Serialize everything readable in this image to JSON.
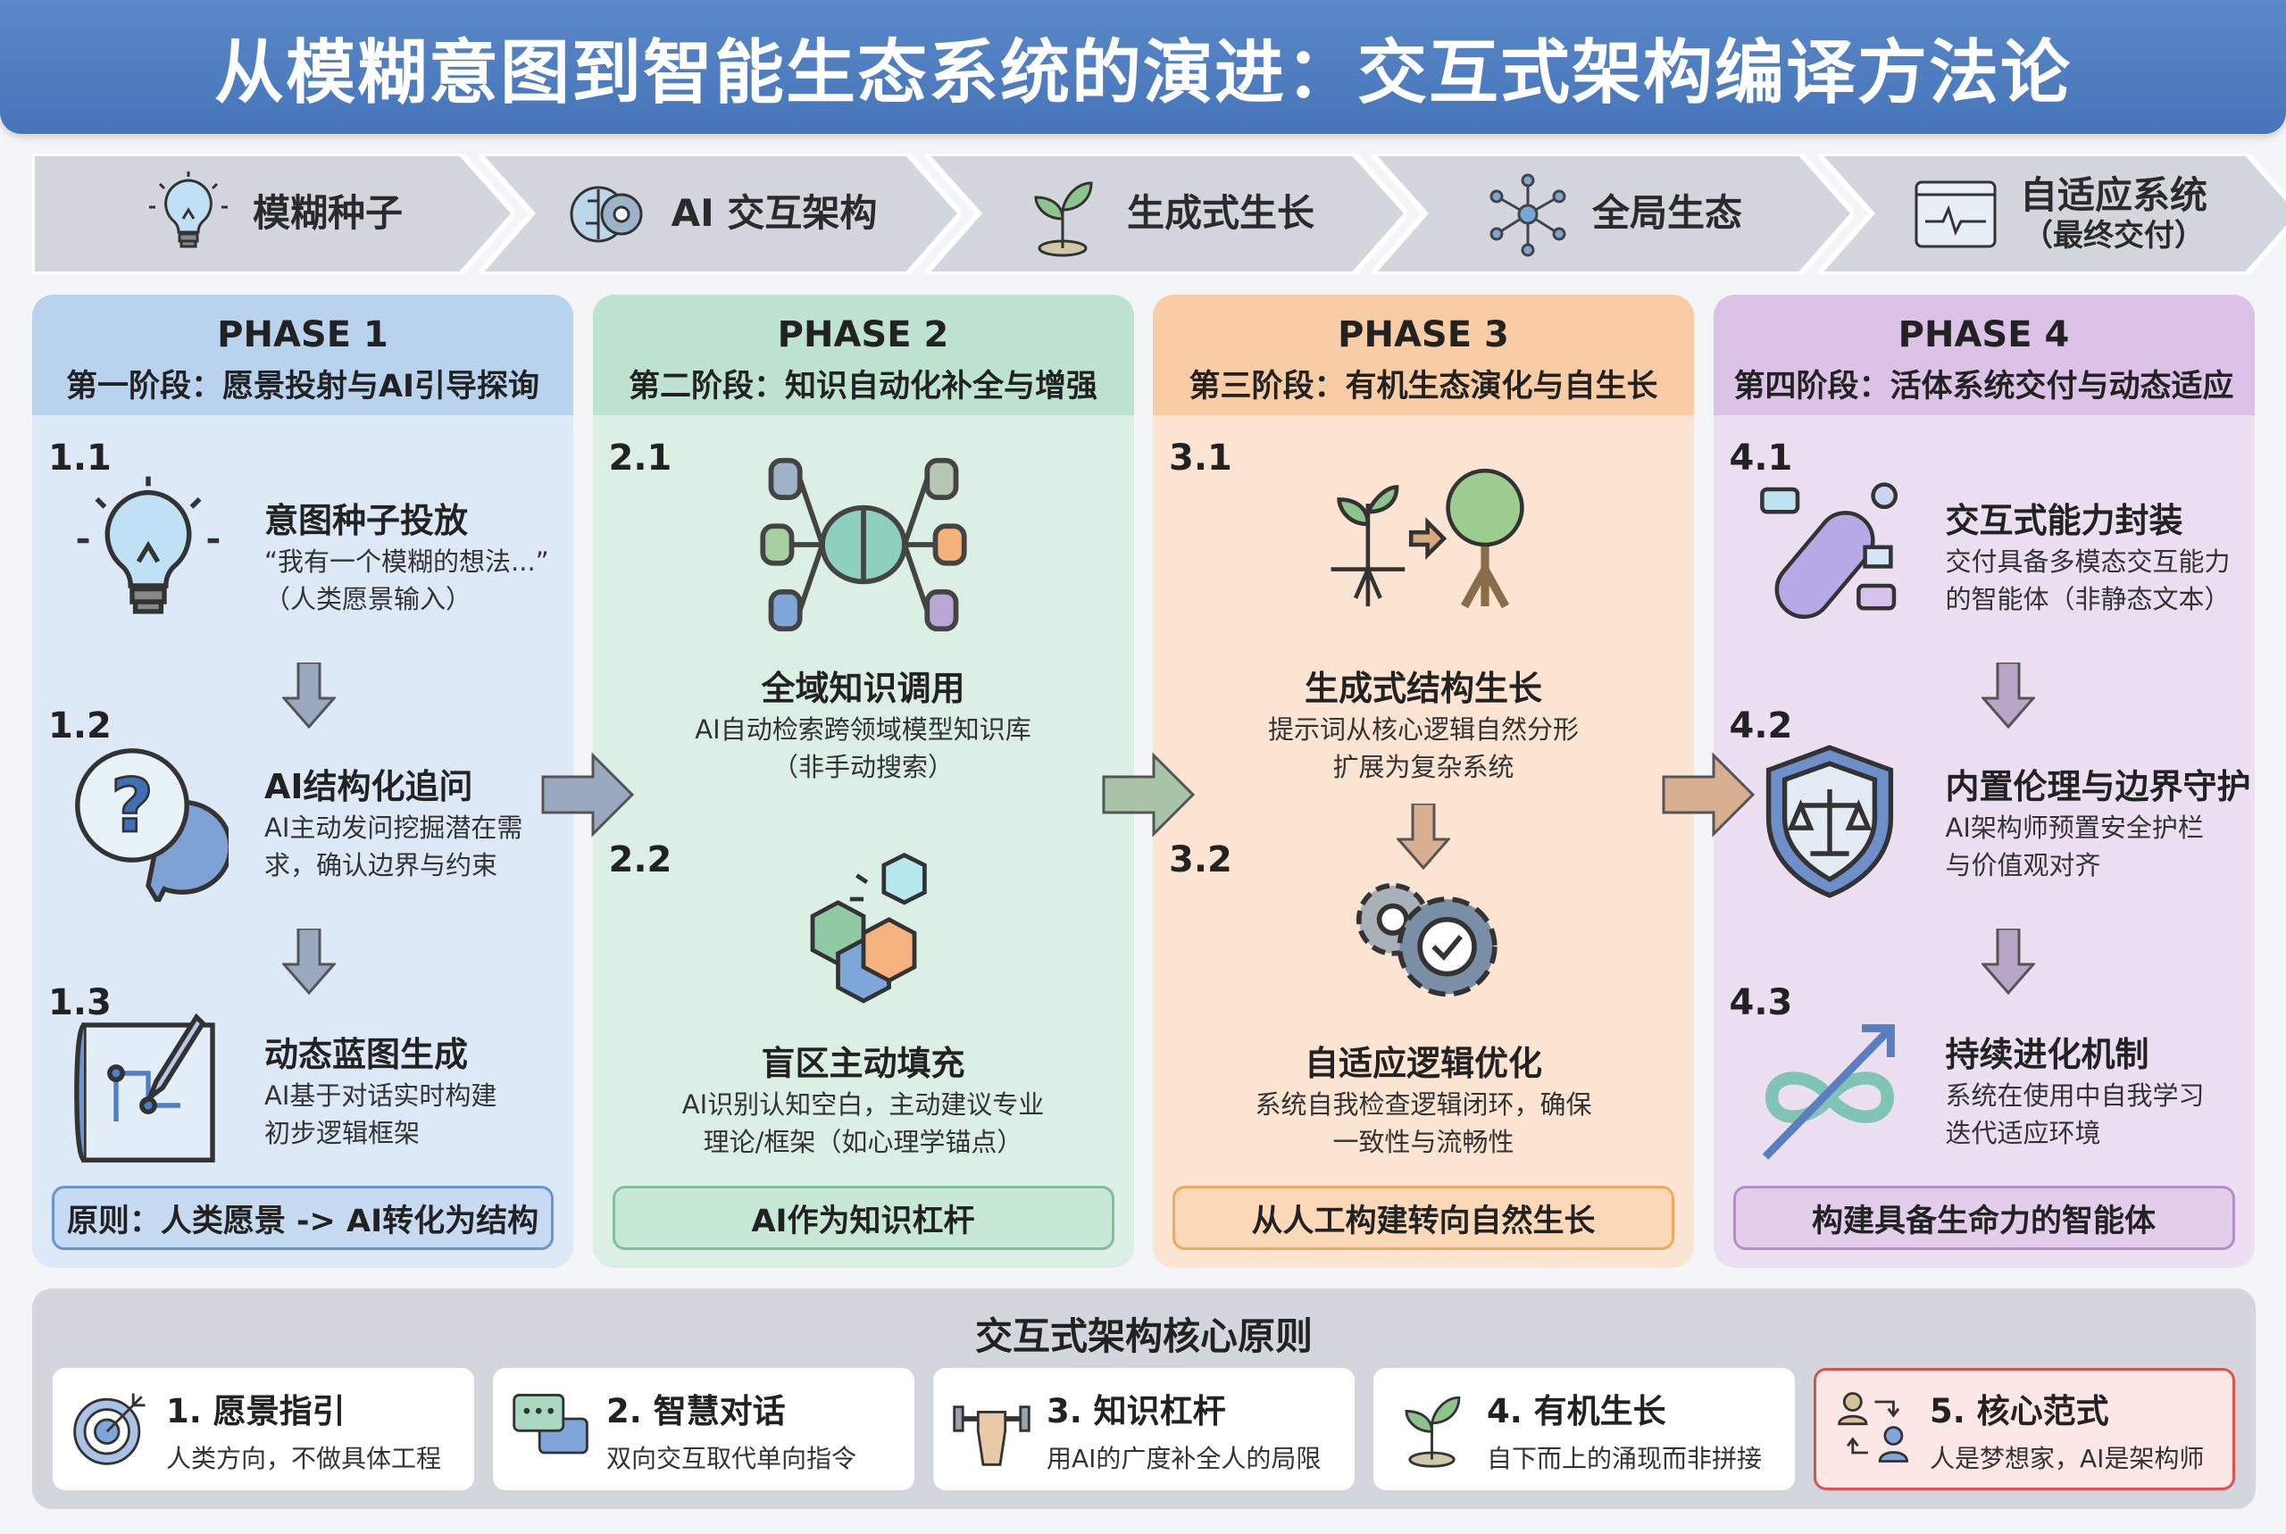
{
  "title": "从模糊意图到智能生态系统的演进：交互式架构编译方法论",
  "stages": [
    {
      "label": "模糊种子",
      "icon": "lightbulb-icon"
    },
    {
      "label": "AI 交互架构",
      "icon": "brain-gear-icon"
    },
    {
      "label": "生成式生长",
      "icon": "sprout-icon"
    },
    {
      "label": "全局生态",
      "icon": "network-icon"
    },
    {
      "label": "自适应系统",
      "sublabel": "（最终交付）",
      "icon": "monitor-pulse-icon"
    }
  ],
  "colors": {
    "title_bg": "#4f80c2",
    "phase1": "#dde9f6",
    "phase2": "#dcefe4",
    "phase3": "#fbe5d2",
    "phase4": "#ecdff1",
    "core_highlight": "#d9534f"
  },
  "phases": [
    {
      "phase": "PHASE 1",
      "subtitle": "第一阶段：愿景投射与AI引导探询",
      "items": [
        {
          "num": "1.1",
          "title": "意图种子投放",
          "desc": [
            "“我有一个模糊的想法...”",
            "（人类愿景输入）"
          ],
          "icon": "lightbulb-icon"
        },
        {
          "num": "1.2",
          "title": "AI结构化追问",
          "desc": [
            "AI主动发问挖掘潜在需",
            "求，确认边界与约束"
          ],
          "icon": "question-bubble-icon"
        },
        {
          "num": "1.3",
          "title": "动态蓝图生成",
          "desc": [
            "AI基于对话实时构建",
            "初步逻辑框架"
          ],
          "icon": "blueprint-icon"
        }
      ],
      "principle": "原则：人类愿景 -> AI转化为结构"
    },
    {
      "phase": "PHASE 2",
      "subtitle": "第二阶段：知识自动化补全与增强",
      "items": [
        {
          "num": "2.1",
          "title": "全域知识调用",
          "desc": [
            "AI自动检索跨领域模型知识库",
            "（非手动搜索）"
          ],
          "icon": "brain-database-icon"
        },
        {
          "num": "2.2",
          "title": "盲区主动填充",
          "desc": [
            "AI识别认知空白，主动建议专业",
            "理论/框架（如心理学锚点）"
          ],
          "icon": "cubes-icon"
        }
      ],
      "principle": "AI作为知识杠杆"
    },
    {
      "phase": "PHASE 3",
      "subtitle": "第三阶段：有机生态演化与自生长",
      "items": [
        {
          "num": "3.1",
          "title": "生成式结构生长",
          "desc": [
            "提示词从核心逻辑自然分形",
            "扩展为复杂系统"
          ],
          "icon": "sprout-to-tree-icon"
        },
        {
          "num": "3.2",
          "title": "自适应逻辑优化",
          "desc": [
            "系统自我检查逻辑闭环，确保",
            "一致性与流畅性"
          ],
          "icon": "gears-check-icon"
        }
      ],
      "principle": "从人工构建转向自然生长"
    },
    {
      "phase": "PHASE 4",
      "subtitle": "第四阶段：活体系统交付与动态适应",
      "items": [
        {
          "num": "4.1",
          "title": "交互式能力封装",
          "desc": [
            "交付具备多模态交互能力",
            "的智能体（非静态文本）"
          ],
          "icon": "capsule-icon"
        },
        {
          "num": "4.2",
          "title": "内置伦理与边界守护",
          "desc": [
            "AI架构师预置安全护栏",
            "与价值观对齐"
          ],
          "icon": "shield-scale-icon"
        },
        {
          "num": "4.3",
          "title": "持续进化机制",
          "desc": [
            "系统在使用中自我学习",
            "迭代适应环境"
          ],
          "icon": "infinity-arrow-icon"
        }
      ],
      "principle": "构建具备生命力的智能体"
    }
  ],
  "core": {
    "title": "交互式架构核心原则",
    "cards": [
      {
        "title": "1. 愿景指引",
        "desc": "人类方向，不做具体工程",
        "icon": "target-icon"
      },
      {
        "title": "2. 智慧对话",
        "desc": "双向交互取代单向指令",
        "icon": "chat-bubbles-icon"
      },
      {
        "title": "3. 知识杠杆",
        "desc": "用AI的广度补全人的局限",
        "icon": "fist-dumbbell-icon"
      },
      {
        "title": "4. 有机生长",
        "desc": "自下而上的涌现而非拼接",
        "icon": "sprout-icon"
      },
      {
        "title": "5. 核心范式",
        "desc": "人是梦想家，AI是架构师",
        "icon": "people-exchange-icon",
        "highlighted": true
      }
    ]
  }
}
